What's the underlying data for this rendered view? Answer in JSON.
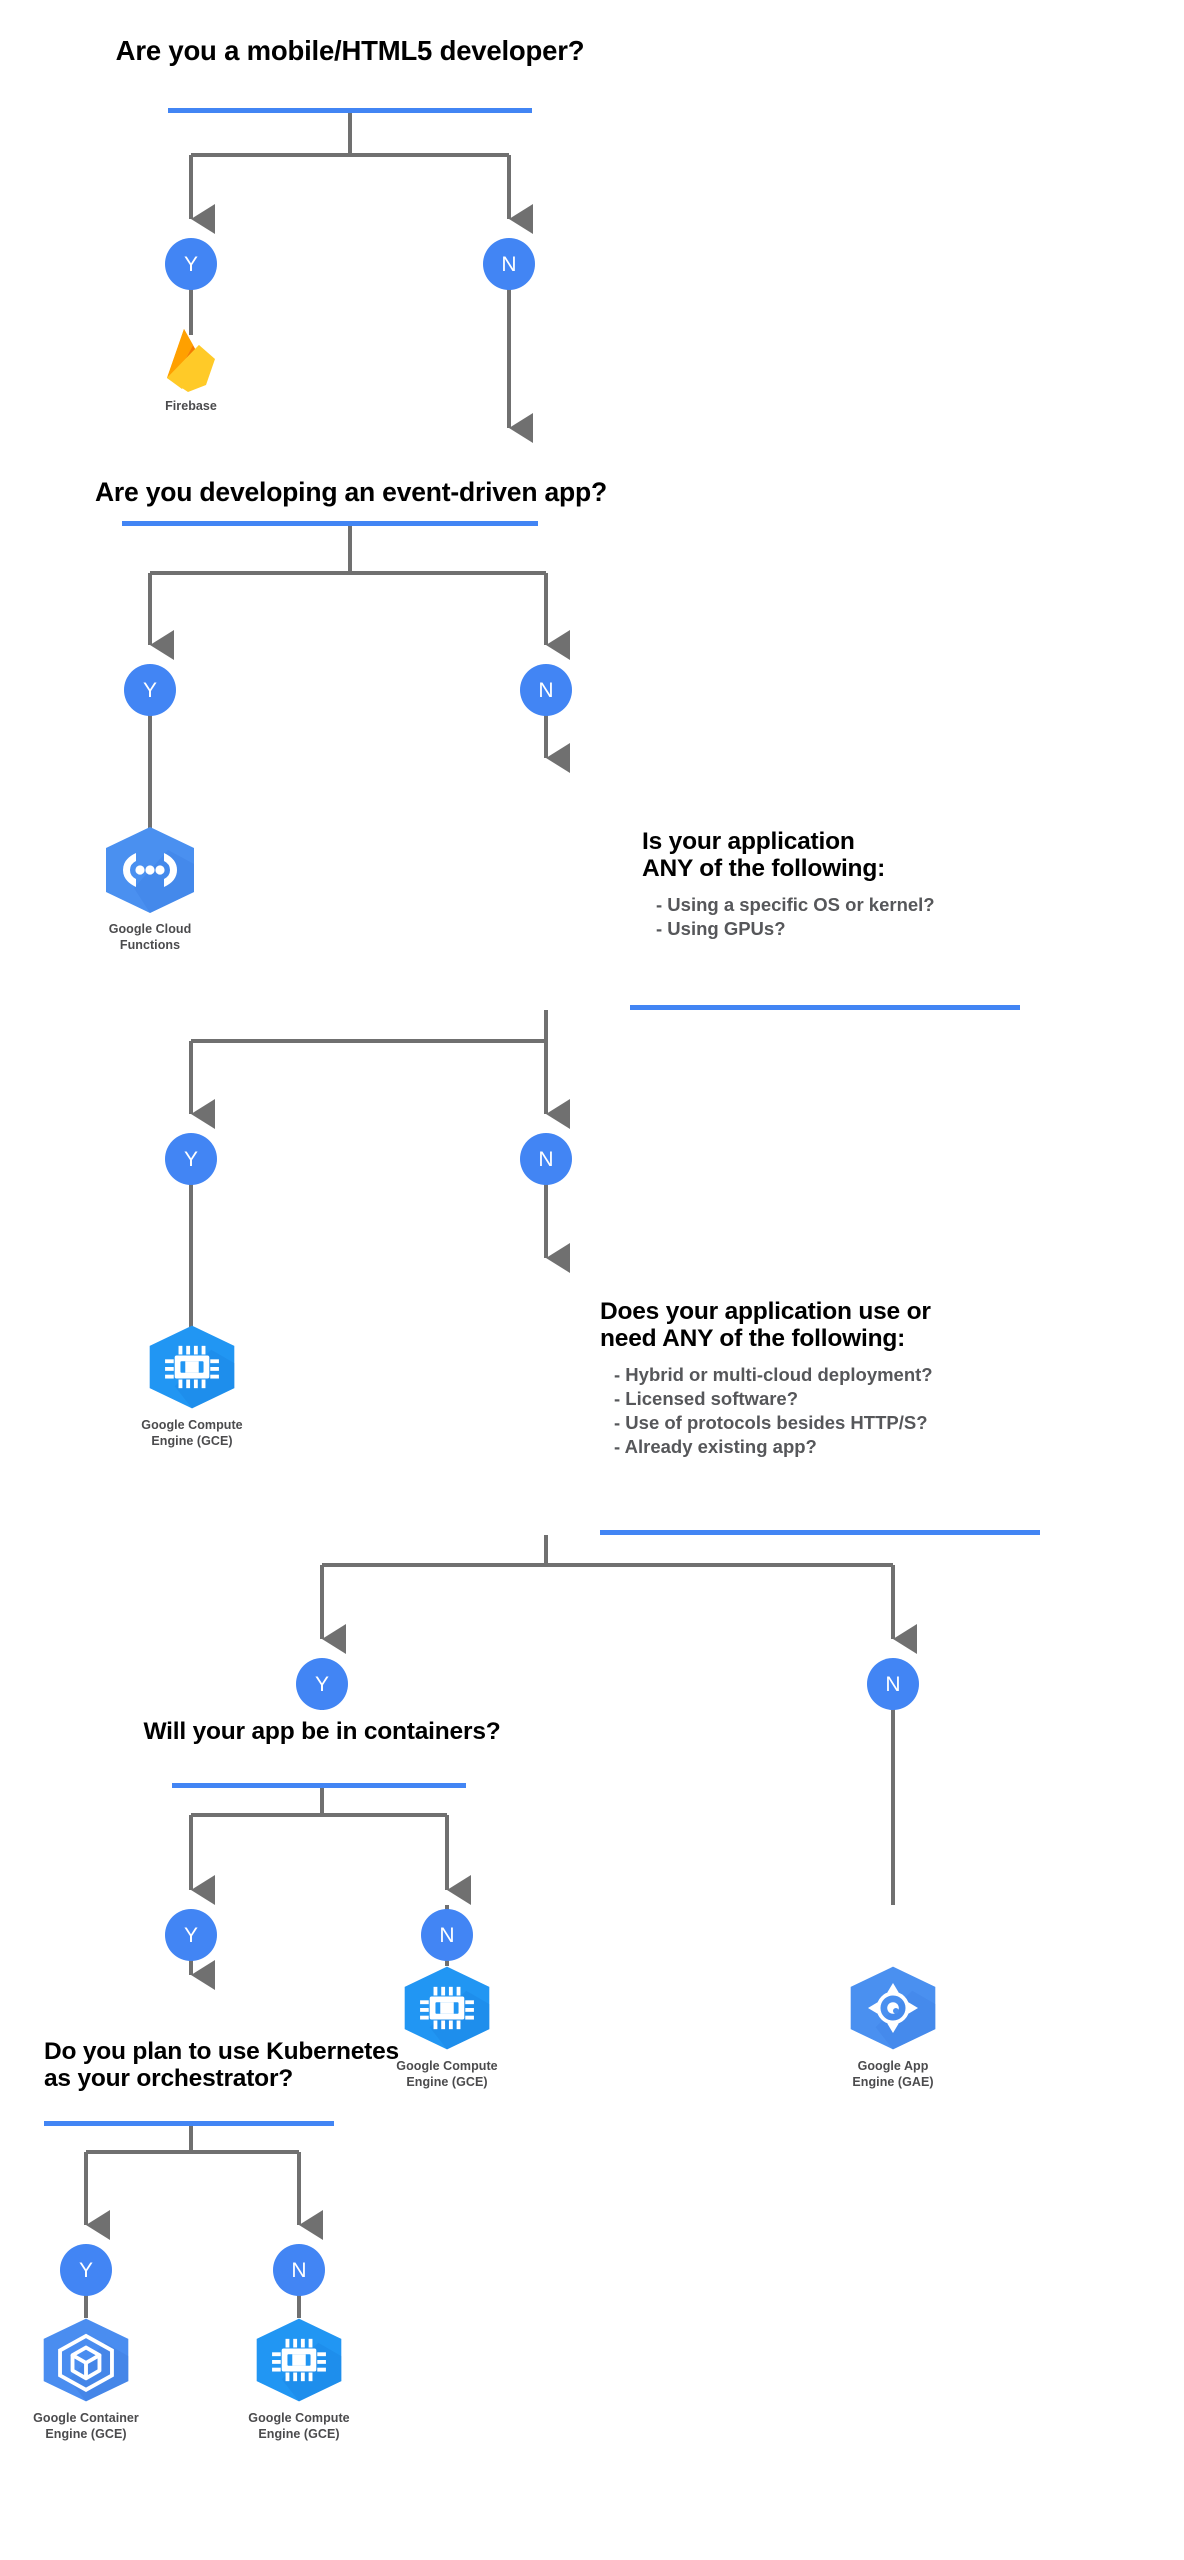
{
  "meta": {
    "title": "Google Cloud Platform compute decision flowchart",
    "accent_blue": "#4285f4",
    "node_blue": "#4285f4",
    "connector_gray": "#707070",
    "bullet_gray": "#56575a",
    "label_gray": "#4b4b4d",
    "background": "#ffffff"
  },
  "answers": {
    "yes": "Y",
    "no": "N"
  },
  "questions": [
    {
      "id": "q1",
      "title": "Are you a mobile/HTML5 developer?",
      "bullets": ""
    },
    {
      "id": "q2",
      "title": "Are you developing an event-driven app?",
      "bullets": ""
    },
    {
      "id": "q3",
      "title": "Is your application\nANY of the following:",
      "bullets": "- Using a specific OS or kernel?\n- Using GPUs?"
    },
    {
      "id": "q4",
      "title": "Does your application use or\nneed ANY of the following:",
      "bullets": "- Hybrid or multi-cloud deployment?\n- Licensed software?\n- Use of protocols besides HTTP/S?\n- Already existing app?"
    },
    {
      "id": "q5",
      "title": "Will your app be in containers?",
      "bullets": ""
    },
    {
      "id": "q6",
      "title": "Do you plan to use Kubernetes\nas your orchestrator?",
      "bullets": ""
    }
  ],
  "products": [
    {
      "id": "firebase",
      "icon": "firebase-icon",
      "label": "Firebase"
    },
    {
      "id": "cloud-functions",
      "icon": "google-cloud-functions-icon",
      "label": "Google Cloud\nFunctions"
    },
    {
      "id": "gce-1",
      "icon": "google-compute-engine-icon",
      "label": "Google Compute\nEngine (GCE)"
    },
    {
      "id": "gce-2",
      "icon": "google-compute-engine-icon",
      "label": "Google Compute\nEngine (GCE)"
    },
    {
      "id": "gae",
      "icon": "google-app-engine-icon",
      "label": "Google App\nEngine (GAE)"
    },
    {
      "id": "gke",
      "icon": "google-container-engine-icon",
      "label": "Google Container\nEngine (GCE)"
    },
    {
      "id": "gce-3",
      "icon": "google-compute-engine-icon",
      "label": "Google Compute\nEngine (GCE)"
    }
  ]
}
